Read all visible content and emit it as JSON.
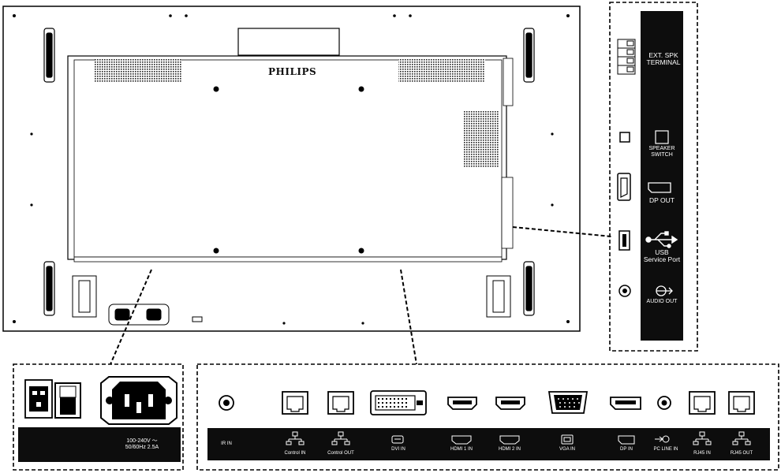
{
  "brand": "PHILIPS",
  "side_panel": {
    "ext_spk_terminal": "EXT. SPK\nTERMINAL",
    "speaker_switch": "SPEAKER\nSWITCH",
    "dp_out": "DP OUT",
    "usb_service_port": "USB\nService Port",
    "audio_out": "AUDIO OUT"
  },
  "power_panel": {
    "rating": "100-240V ～\n50/60Hz 2.5A"
  },
  "bottom_panel": {
    "ir_in": "IR IN",
    "control_in": "Control IN",
    "control_out": "Control OUT",
    "dvi_in": "DVI IN",
    "hdmi1_in": "HDMI 1 IN",
    "hdmi2_in": "HDMI 2 IN",
    "vga_in": "VGA IN",
    "dp_in": "DP IN",
    "pc_line_in": "PC LINE IN",
    "rj45_in": "RJ45 IN",
    "rj45_out": "RJ45 OUT"
  },
  "colors": {
    "ink": "#000000",
    "panel_bg": "#0d0d0d",
    "label_text": "#ffffff"
  }
}
